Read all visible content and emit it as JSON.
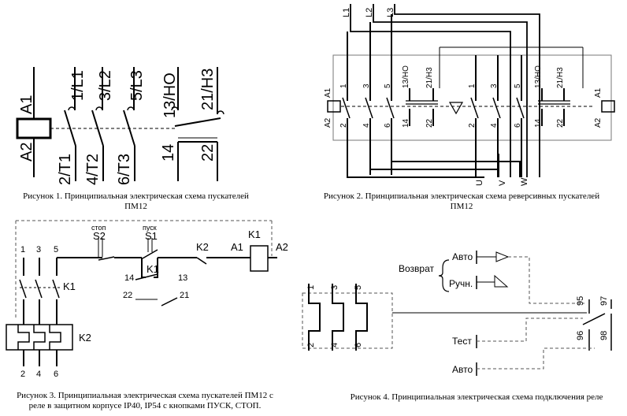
{
  "fig1": {
    "top_labels": [
      "A1",
      "1/L1",
      "3/L2",
      "5/L3",
      "13/HO",
      "21/H3"
    ],
    "bottom_labels": [
      "A2",
      "2/T1",
      "4/T2",
      "6/T3",
      "14",
      "22"
    ],
    "caption_line1": "Рисунок 1. Принципиальная электрическая схема пускателей",
    "caption_line2": "ПМ12"
  },
  "fig2": {
    "lines": [
      "L1",
      "L2",
      "L3"
    ],
    "outputs": [
      "U",
      "V",
      "W"
    ],
    "coil_left": [
      "A1",
      "A2"
    ],
    "coil_right": [
      "A1",
      "A2"
    ],
    "top_contacts": [
      "1",
      "3",
      "5",
      "13/HO",
      "21/H3"
    ],
    "bottom_contacts": [
      "2",
      "4",
      "6",
      "14",
      "22"
    ],
    "caption_line1": "Рисунок 2. Принципиальная электрическая схема реверсивных пускателей",
    "caption_line2": "ПМ12"
  },
  "fig3": {
    "top_terms": [
      "1",
      "3",
      "5"
    ],
    "bottom_terms": [
      "2",
      "4",
      "6"
    ],
    "stop_small": "стоп",
    "stop_label": "S2",
    "start_small": "пуск",
    "start_label": "S1",
    "k1_label": "K1",
    "k2_label": "K2",
    "a1": "A1",
    "a2": "A2",
    "c14": "14",
    "c13": "13",
    "c22": "22",
    "c21": "21",
    "caption_line1": "Рисунок 3. Принципиальная электрическая схема пускателей  ПМ12 с",
    "caption_line2": "реле в защитном корпусе IP40, IP54 с кнопками ПУСК, СТОП."
  },
  "fig4": {
    "top_terms": [
      "1",
      "3",
      "5"
    ],
    "bottom_terms": [
      "2",
      "4",
      "6"
    ],
    "reset": "Возврат",
    "auto": "Авто",
    "manual": "Ручн.",
    "test": "Тест",
    "c95": "95",
    "c97": "97",
    "c96": "96",
    "c98": "98",
    "caption_line1": "Рисунок 4. Принципиальная электрическая схема подключения реле"
  }
}
